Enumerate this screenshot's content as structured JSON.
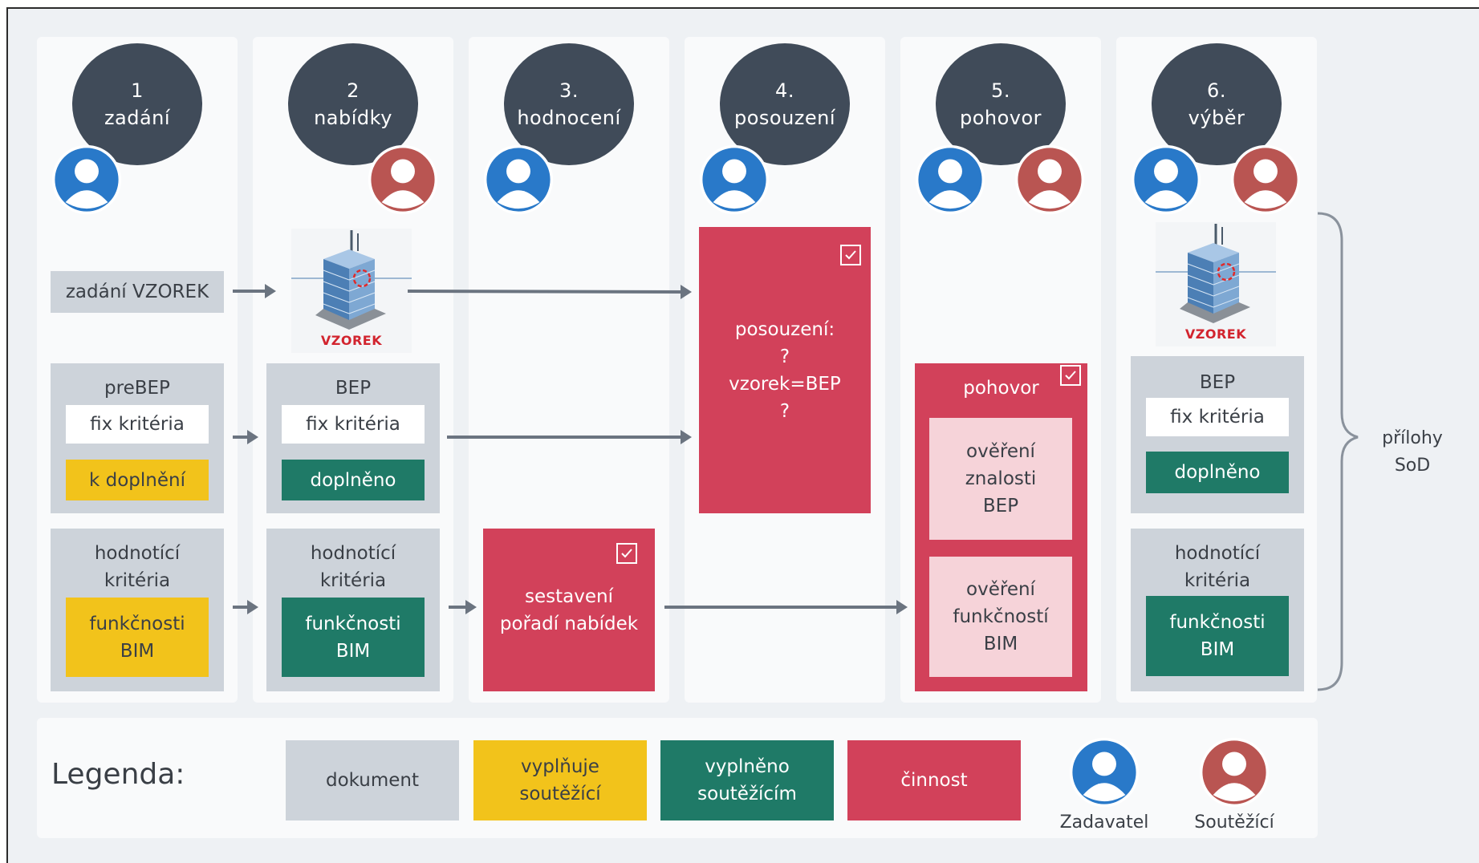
{
  "colors": {
    "circle": "#404b59",
    "zadavatel": "#2979c9",
    "soutezici": "#b95552",
    "document": "#cdd3da",
    "yellow": "#f2c31b",
    "green": "#1f7a67",
    "red": "#d2415a",
    "pink": "#f6d3d9"
  },
  "steps": [
    {
      "num": "1",
      "label": "zadání"
    },
    {
      "num": "2",
      "label": "nabídky"
    },
    {
      "num": "3.",
      "label": "hodnocení"
    },
    {
      "num": "4.",
      "label": "posouzení"
    },
    {
      "num": "5.",
      "label": "pohovor"
    },
    {
      "num": "6.",
      "label": "výběr"
    }
  ],
  "boxes": {
    "zadani_vzorek": "zadání VZOREK",
    "vzorek": "VZOREK",
    "prebep": "preBEP",
    "bep": "BEP",
    "fix": "fix kritéria",
    "k_doplneni": "k doplnění",
    "doplneno": "doplněno",
    "hodnotici_1": "hodnotící",
    "hodnotici_2": "kritéria",
    "funkcnosti_1": "funkčnosti",
    "funkcnosti_2": "BIM",
    "sestaveni_1": "sestavení",
    "sestaveni_2": "pořadí nabídek",
    "posouzeni_1": "posouzení:",
    "posouzeni_2": "?",
    "posouzeni_3": "vzorek=BEP",
    "posouzeni_4": "?",
    "pohovor": "pohovor",
    "overeni_znalosti_1": "ověření",
    "overeni_znalosti_2": "znalosti",
    "overeni_znalosti_3": "BEP",
    "overeni_funkcnosti_1": "ověření",
    "overeni_funkcnosti_2": "funkčností",
    "overeni_funkcnosti_3": "BIM"
  },
  "side_label": {
    "line1": "přílohy",
    "line2": "SoD"
  },
  "legend": {
    "title": "Legenda:",
    "dokument": "dokument",
    "vyplnuje_1": "vyplňuje",
    "vyplnuje_2": "soutěžící",
    "vyplneno_1": "vyplněno",
    "vyplneno_2": "soutěžícím",
    "cinnost": "činnost",
    "zadavatel": "Zadavatel",
    "soutezici": "Soutěžící"
  }
}
